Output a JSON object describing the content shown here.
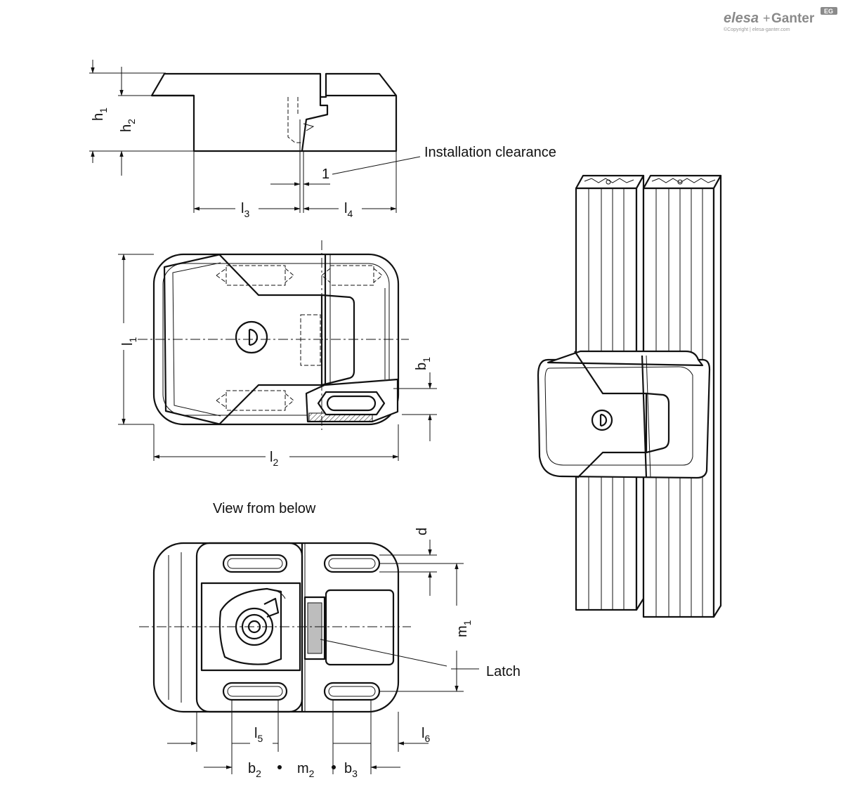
{
  "brand": {
    "name_part1": "elesa",
    "plus": "+",
    "name_part2": "Ganter",
    "badge": "EG",
    "copyright": "©Copyright | elesa-ganter.com"
  },
  "labels": {
    "installation_clearance": "Installation clearance",
    "clearance_value": "1",
    "view_from_below": "View from below",
    "latch": "Latch"
  },
  "dimensions": {
    "h1": {
      "letter": "h",
      "index": "1"
    },
    "h2": {
      "letter": "h",
      "index": "2"
    },
    "l1": {
      "letter": "l",
      "index": "1"
    },
    "l2": {
      "letter": "l",
      "index": "2"
    },
    "l3": {
      "letter": "l",
      "index": "3"
    },
    "l4": {
      "letter": "l",
      "index": "4"
    },
    "l5": {
      "letter": "l",
      "index": "5"
    },
    "l6": {
      "letter": "l",
      "index": "6"
    },
    "b1": {
      "letter": "b",
      "index": "1"
    },
    "b2": {
      "letter": "b",
      "index": "2"
    },
    "b3": {
      "letter": "b",
      "index": "3"
    },
    "m1": {
      "letter": "m",
      "index": "1"
    },
    "m2": {
      "letter": "m",
      "index": "2"
    },
    "d": {
      "letter": "d"
    }
  }
}
